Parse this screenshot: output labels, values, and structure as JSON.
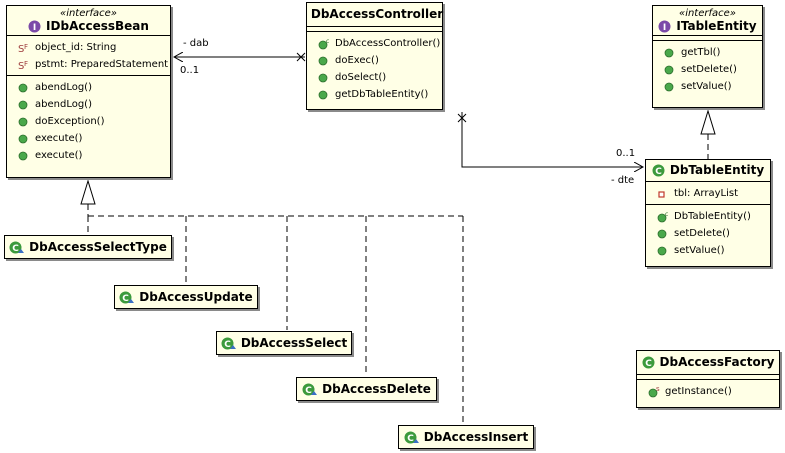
{
  "classes": {
    "idbaccessbean": {
      "stereotype": "«interface»",
      "name": "IDbAccessBean",
      "attributes": [
        "object_id: String",
        "pstmt: PreparedStatement"
      ],
      "operations": [
        "abendLog()",
        "abendLog()",
        "doException()",
        "execute()",
        "execute()"
      ]
    },
    "dbaccesscontroller": {
      "name": "DbAccessController",
      "operations": [
        "DbAccessController()",
        "doExec()",
        "doSelect()",
        "getDbTableEntity()"
      ]
    },
    "itableentity": {
      "stereotype": "«interface»",
      "name": "ITableEntity",
      "operations": [
        "getTbl()",
        "setDelete()",
        "setValue()"
      ]
    },
    "dbtableentity": {
      "name": "DbTableEntity",
      "attributes": [
        "tbl: ArrayList"
      ],
      "operations": [
        "DbTableEntity()",
        "setDelete()",
        "setValue()"
      ]
    },
    "dbaccessfactory": {
      "name": "DbAccessFactory",
      "operations": [
        "getInstance()"
      ]
    },
    "dbaccessselecttype": {
      "name": "DbAccessSelectType"
    },
    "dbaccessupdate": {
      "name": "DbAccessUpdate"
    },
    "dbaccessselect": {
      "name": "DbAccessSelect"
    },
    "dbaccessdelete": {
      "name": "DbAccessDelete"
    },
    "dbaccessinsert": {
      "name": "DbAccessInsert"
    }
  },
  "associations": {
    "dab": {
      "role": "- dab",
      "multiplicity": "0..1"
    },
    "dte": {
      "role": "- dte",
      "multiplicity": "0..1"
    }
  },
  "colors": {
    "class_fill": "#ffffe6",
    "class_icon": "#3c9a3c",
    "interface_icon": "#7b4aa8",
    "method_dot": "#4aa84a",
    "field_dot": "#c0392b"
  },
  "icons": {
    "class": "class-c-icon",
    "interface": "interface-i-icon",
    "method": "public-method-icon",
    "field": "final-field-icon",
    "private_field": "private-field-icon",
    "constructor": "constructor-icon",
    "static_method": "static-method-icon",
    "subclass": "class-with-inheritance-icon"
  }
}
